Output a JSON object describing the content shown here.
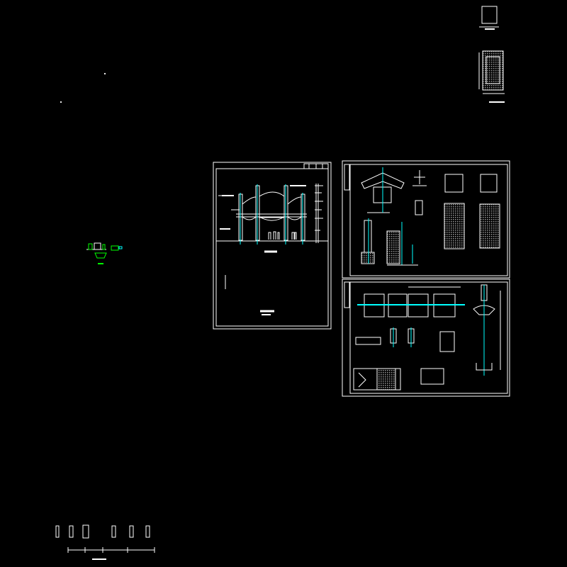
{
  "canvas": {
    "background": "#000000"
  },
  "colors": {
    "line": "#ffffff",
    "axis": "#00ffff",
    "accent": "#00ff00",
    "hatch": "#808080"
  },
  "sheets": [
    {
      "id": "gate-elevation-sheet"
    },
    {
      "id": "detail-sheet-upper"
    },
    {
      "id": "detail-sheet-lower"
    }
  ]
}
